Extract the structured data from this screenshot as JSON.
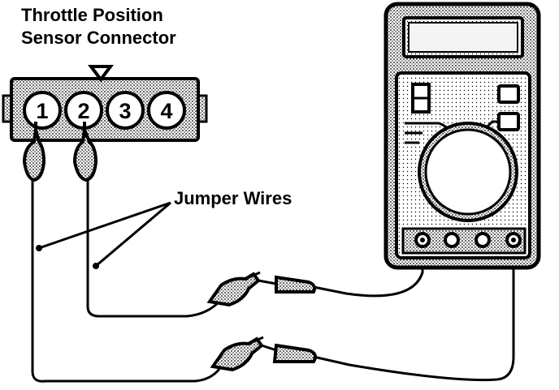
{
  "diagram": {
    "title_line1": "Throttle Position",
    "title_line2": "Sensor Connector",
    "jumper_label": "Jumper Wires",
    "connector_pins": [
      "1",
      "2",
      "3",
      "4"
    ]
  },
  "colors": {
    "ink": "#000000",
    "paper": "#ffffff",
    "meter_body": "#cfcfcf",
    "meter_panel": "#e6e6e6"
  },
  "icons": [
    "connector-icon",
    "multimeter-icon",
    "alligator-clip-icon",
    "test-probe-icon"
  ]
}
